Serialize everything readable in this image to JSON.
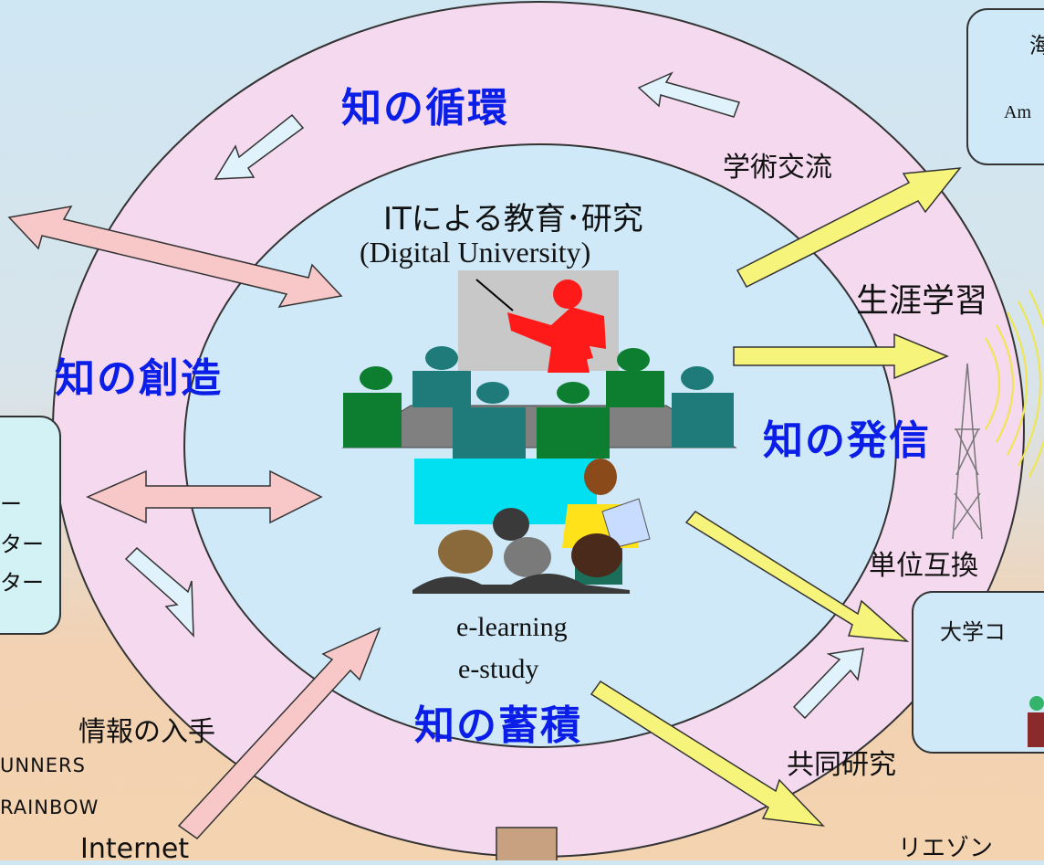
{
  "diagram": {
    "sections": {
      "circulation": "知の循環",
      "creation": "知の創造",
      "dissemination": "知の発信",
      "accumulation": "知の蓄積"
    },
    "center": {
      "title": "ITによる教育･研究",
      "subtitle": "(Digital University)",
      "elearning_1": "e-learning",
      "elearning_2": "e-study"
    },
    "arrows": {
      "academic_exchange": "学術交流",
      "lifelong_learning": "生涯学習",
      "credit_exchange": "単位互換",
      "joint_research": "共同研究",
      "info_acquisition": "情報の入手"
    },
    "boxes": {
      "top_right_line1": "海",
      "top_right_line2": "Am",
      "left_line1": "ー",
      "left_line2": "ター",
      "left_line3": "ター",
      "right_mid": "大学コ"
    },
    "networks": {
      "net1": "UNNERS",
      "net2": "RAINBOW",
      "net3": "Internet"
    },
    "bottom_right": "リエゾン",
    "colors": {
      "outer_ring": "#f4d9ef",
      "inner_circle": "#cfe9f8",
      "title_blue": "#0a1ee8",
      "arrow_pink": "#f8c8c8",
      "arrow_yellow": "#f6f47a",
      "arrow_light_blue": "#e0f2fb",
      "presenter_red": "#ff1a1a",
      "audience_green": "#0d7d2f",
      "audience_teal": "#1f7a7a"
    }
  }
}
